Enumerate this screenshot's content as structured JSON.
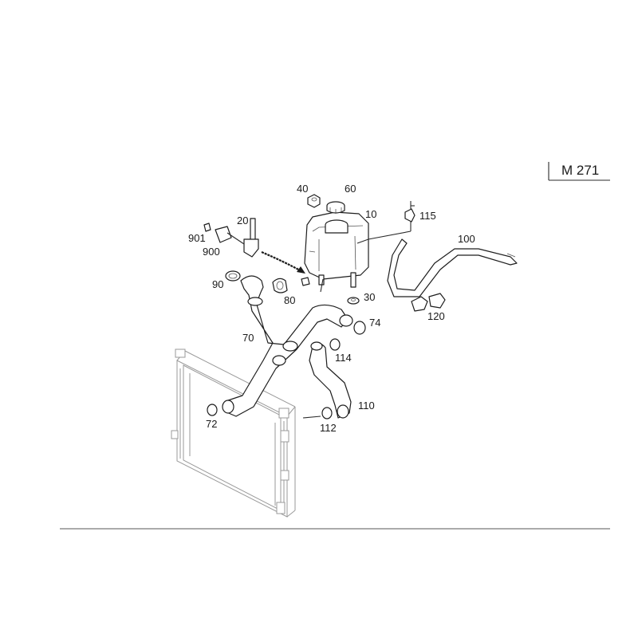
{
  "engine_code": "M 271",
  "part_labels": {
    "p10": "10",
    "p20": "20",
    "p30": "30",
    "p40": "40",
    "p60": "60",
    "p70": "70",
    "p72": "72",
    "p74": "74",
    "p80": "80",
    "p90": "90",
    "p100": "100",
    "p110": "110",
    "p112": "112",
    "p114": "114",
    "p115": "115",
    "p120": "120",
    "p900": "900",
    "p901": "901"
  }
}
